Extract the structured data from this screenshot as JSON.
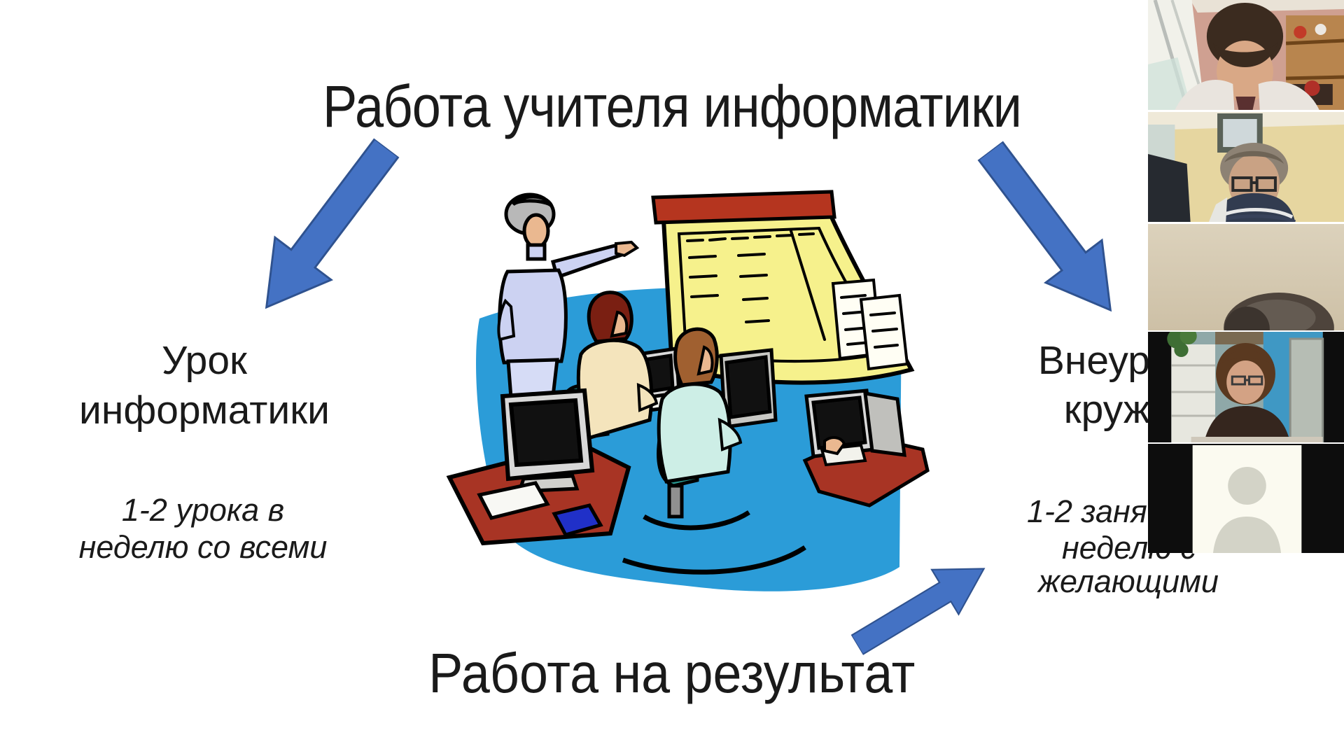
{
  "app": {
    "kind": "video-conference screen share of a presentation slide",
    "language": "ru"
  },
  "slide": {
    "title": "Работа учителя информатики",
    "left_heading": "Урок\nинформатики",
    "left_note": "1-2 урока в\nнеделю со всеми",
    "right_heading": "Внеур\nкруж",
    "right_note_line1": "1-2 заня",
    "right_note_line2": "неделю с",
    "right_note_line3": "желающими",
    "bottom_caption": "Работа на результат",
    "illustration": "classroom clipart: teacher pointing at yellow flip-chart, two students at computers on red desks, blue background"
  },
  "colors": {
    "arrow_blue": "#4472C4",
    "arrow_border": "#2F528F",
    "slide_text": "#1A1A1A",
    "clipart_background_blue": "#2B9CD8",
    "board_yellow": "#F6F18C",
    "board_red_bar": "#B5351F",
    "desk_red": "#A83424",
    "chair_teal": "#2A9890",
    "panel_black": "#0D0D0D",
    "avatar_gray": "#D3D3C7"
  },
  "video_panel": {
    "position": "right-column",
    "participants": [
      {
        "kind": "webcam",
        "view": "man with short dark hair looking down, bright window left, wooden shelf right"
      },
      {
        "kind": "webcam",
        "view": "man with glasses, striped sweater, yellow wall, dark monitor left"
      },
      {
        "kind": "webcam",
        "view": "beige wall, only top of a head visible at bottom"
      },
      {
        "kind": "webcam",
        "view": "woman with glasses, dark top, blue wall, pillarboxed video"
      },
      {
        "kind": "avatar-placeholder",
        "view": "camera off: gray person silhouette on cream card"
      }
    ]
  }
}
